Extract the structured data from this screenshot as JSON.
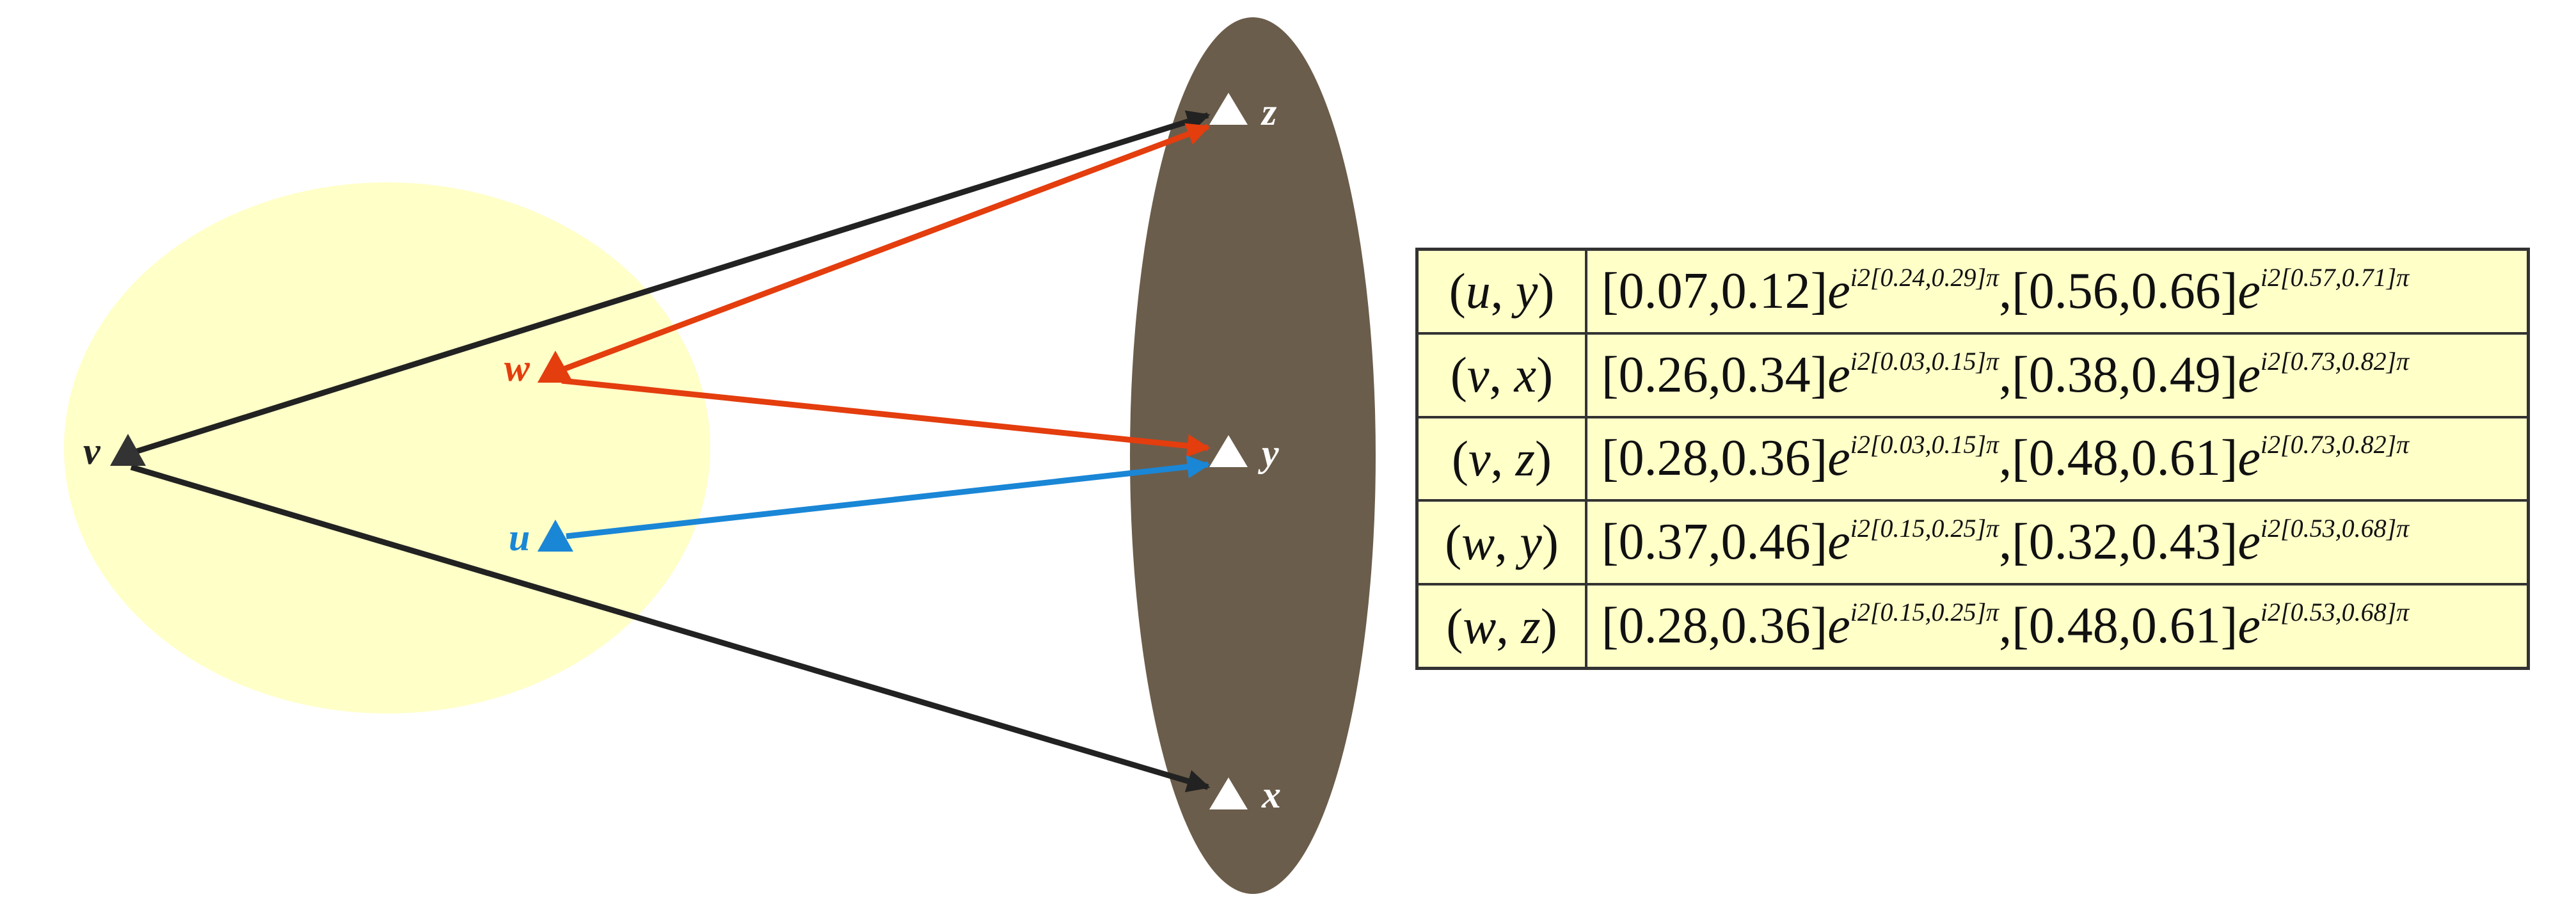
{
  "colors": {
    "left_set_fill": "#ffffc8",
    "right_set_fill": "#6b5d4b",
    "edge_black": "#222222",
    "edge_red": "#e43d0e",
    "edge_blue": "#1a86d6",
    "node_dark": "#333333",
    "node_white": "#ffffff",
    "table_fill": "#ffffc8"
  },
  "nodes": {
    "v": "v",
    "w": "w",
    "u": "u",
    "z": "z",
    "y": "y",
    "x": "x"
  },
  "edges": [
    {
      "from": "v",
      "to": "z",
      "color": "edge_black"
    },
    {
      "from": "v",
      "to": "x",
      "color": "edge_black"
    },
    {
      "from": "w",
      "to": "z",
      "color": "edge_red"
    },
    {
      "from": "w",
      "to": "y",
      "color": "edge_red"
    },
    {
      "from": "u",
      "to": "y",
      "color": "edge_blue"
    }
  ],
  "table": {
    "rows": [
      {
        "a": "u",
        "b": "y",
        "m1": "[0.07,0.12]",
        "e1": "i2[0.24,0.29]π",
        "m2": "[0.56,0.66]",
        "e2": "i2[0.57,0.71]π"
      },
      {
        "a": "v",
        "b": "x",
        "m1": "[0.26,0.34]",
        "e1": "i2[0.03,0.15]π",
        "m2": "[0.38,0.49]",
        "e2": "i2[0.73,0.82]π"
      },
      {
        "a": "v",
        "b": "z",
        "m1": "[0.28,0.36]",
        "e1": "i2[0.03,0.15]π",
        "m2": "[0.48,0.61]",
        "e2": "i2[0.73,0.82]π"
      },
      {
        "a": "w",
        "b": "y",
        "m1": "[0.37,0.46]",
        "e1": "i2[0.15,0.25]π",
        "m2": "[0.32,0.43]",
        "e2": "i2[0.53,0.68]π"
      },
      {
        "a": "w",
        "b": "z",
        "m1": "[0.28,0.36]",
        "e1": "i2[0.15,0.25]π",
        "m2": "[0.48,0.61]",
        "e2": "i2[0.53,0.68]π"
      }
    ],
    "open_paren": "(",
    "close_paren": ")",
    "pair_sep": ", ",
    "exp_base": "e",
    "comma": ","
  }
}
